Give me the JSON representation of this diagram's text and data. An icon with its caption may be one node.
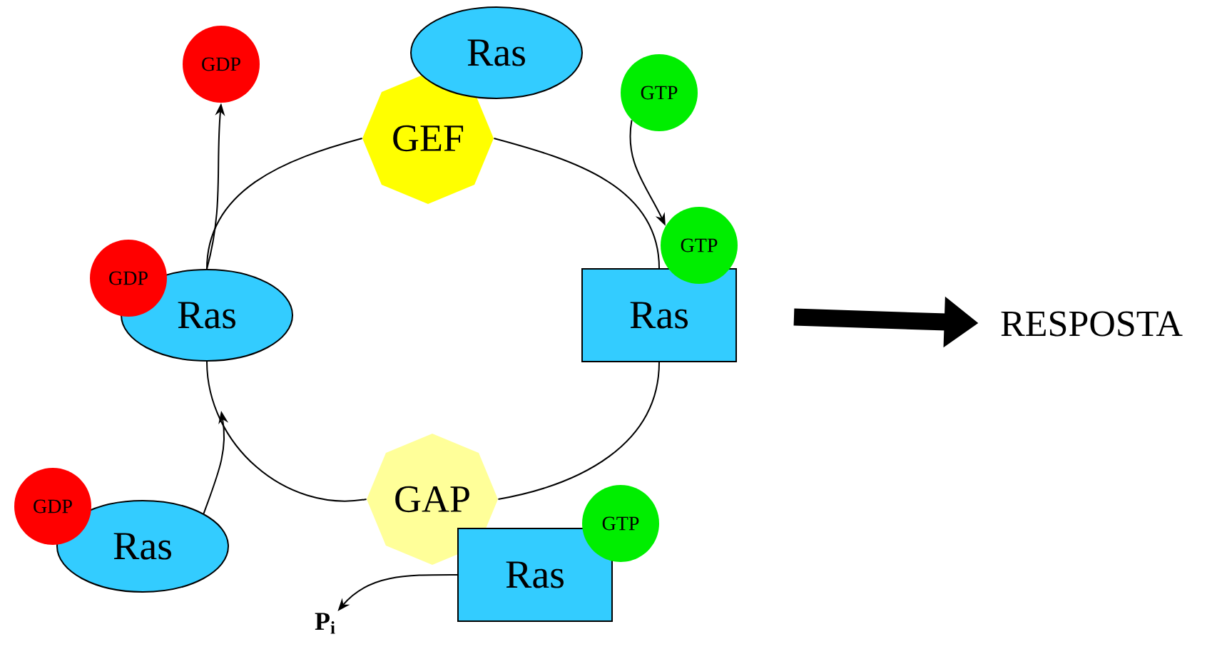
{
  "diagram": {
    "nodes": [
      {
        "text": [
          "GDP"
        ]
      },
      {
        "text": [
          "Ras"
        ]
      },
      {
        "text": [
          "GEF"
        ]
      },
      {
        "text": [
          "GTP"
        ]
      },
      {
        "text": [
          "GDP"
        ]
      },
      {
        "text": [
          "Ras"
        ]
      },
      {
        "text": [
          "GTP"
        ]
      },
      {
        "text": [
          "Ras"
        ]
      },
      {
        "text": [
          "RESPOSTA"
        ]
      },
      {
        "text": [
          "GDP"
        ]
      },
      {
        "text": [
          "Ras"
        ]
      },
      {
        "text": [
          "GAP"
        ]
      },
      {
        "text": [
          "GTP"
        ]
      },
      {
        "text": [
          "Ras"
        ]
      },
      {
        "text": [
          "**P$_{i}$**"
        ]
      }
    ],
    "edges": [
      {
        "from": 5,
        "to": 2,
        "arrow": "none"
      },
      {
        "from": 2,
        "to": 7,
        "arrow": "none"
      },
      {
        "from": 7,
        "to": 11,
        "arrow": "none"
      },
      {
        "from": 11,
        "to": 5,
        "arrow": "none"
      },
      {
        "from": 5,
        "to": 0,
        "arrow": "to"
      },
      {
        "from": 3,
        "to": 6,
        "arrow": "to"
      },
      {
        "from": 7,
        "to": 8,
        "arrow": "to",
        "style": "thick"
      },
      {
        "from": 10,
        "to": null,
        "arrow": "to"
      },
      {
        "from": 13,
        "to": 14,
        "arrow": "to"
      }
    ]
  }
}
